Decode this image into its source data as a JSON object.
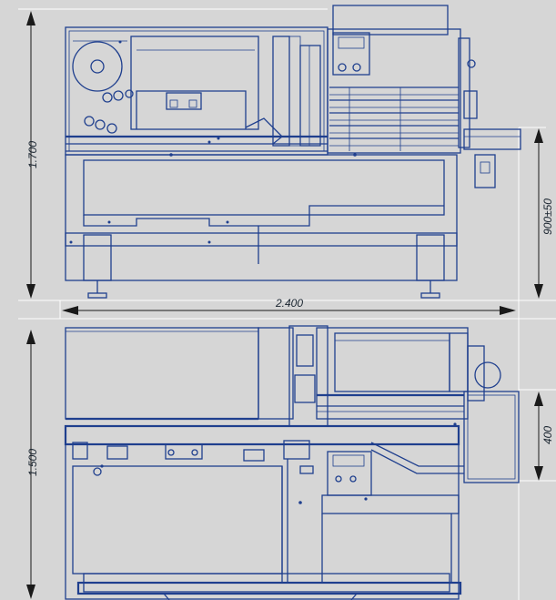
{
  "drawing": {
    "dimensions": {
      "front_height": "1.700",
      "total_width": "2.400",
      "table_height": "900±50",
      "top_depth": "1.500",
      "side_depth": "400"
    },
    "colors": {
      "background": "#d6d6d6",
      "machine_line": "#1f3f8e",
      "dimension_line": "#1a1a1a",
      "extension_line": "#ffffff"
    }
  }
}
